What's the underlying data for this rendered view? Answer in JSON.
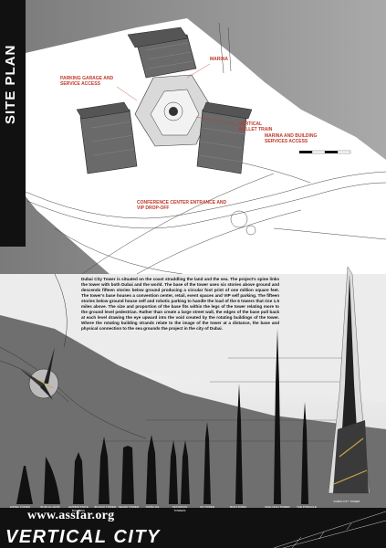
{
  "title": "SITE PLAN",
  "project": "VERTICAL CITY",
  "watermark": "www.assfar.org",
  "labels": {
    "marina": "MARINA",
    "parking": "PARKING GARAGE AND SERVICE ACCESS",
    "bullet_train": "VERTICAL BULLET TRAIN",
    "marina_services": "MARINA AND BUILDING SERVICES ACCESS",
    "conference": "CONFERENCE CENTER ENTRANCE AND VIP DROP-OFF"
  },
  "description": "Dubai City Tower is situated on the coast straddling the land and the sea. The project's spine links the tower with both Dubai and the world. The base of the tower uses six stories above ground and descends fifteen stories below ground producing a circular foot print of one million square feet. The tower's base houses a convention center, retail, event spaces and VIP self parking. The fifteen stories below ground house self and robotic parking to handle the load of the 6 towers that rise 1.5 miles above. The size and proportion of the base fits within the legs of the tower relating more to the ground level pedestrian. Rather than create a large street wall, the edges of the base pull back at each level drawing the eye upward into the void created by the rotating buildings of the tower. Where the rotating building strands relate to the image of the tower at a distance, the base and physical connection to the sea grounds the project in the city of Dubai.",
  "towers": [
    "EIFFEL TOWER",
    "BURJ AL ARAB",
    "EMPIRE STATE BUILDING",
    "JIN MAO TOWER",
    "SEARS TOWER",
    "TAIPEI 101",
    "PETRONAS TOWERS",
    "CN TOWER",
    "BURJ DUBAI",
    "MILE HIGH TOWER",
    "THE PINNACLE",
    "DUBAI CITY TOWER"
  ]
}
